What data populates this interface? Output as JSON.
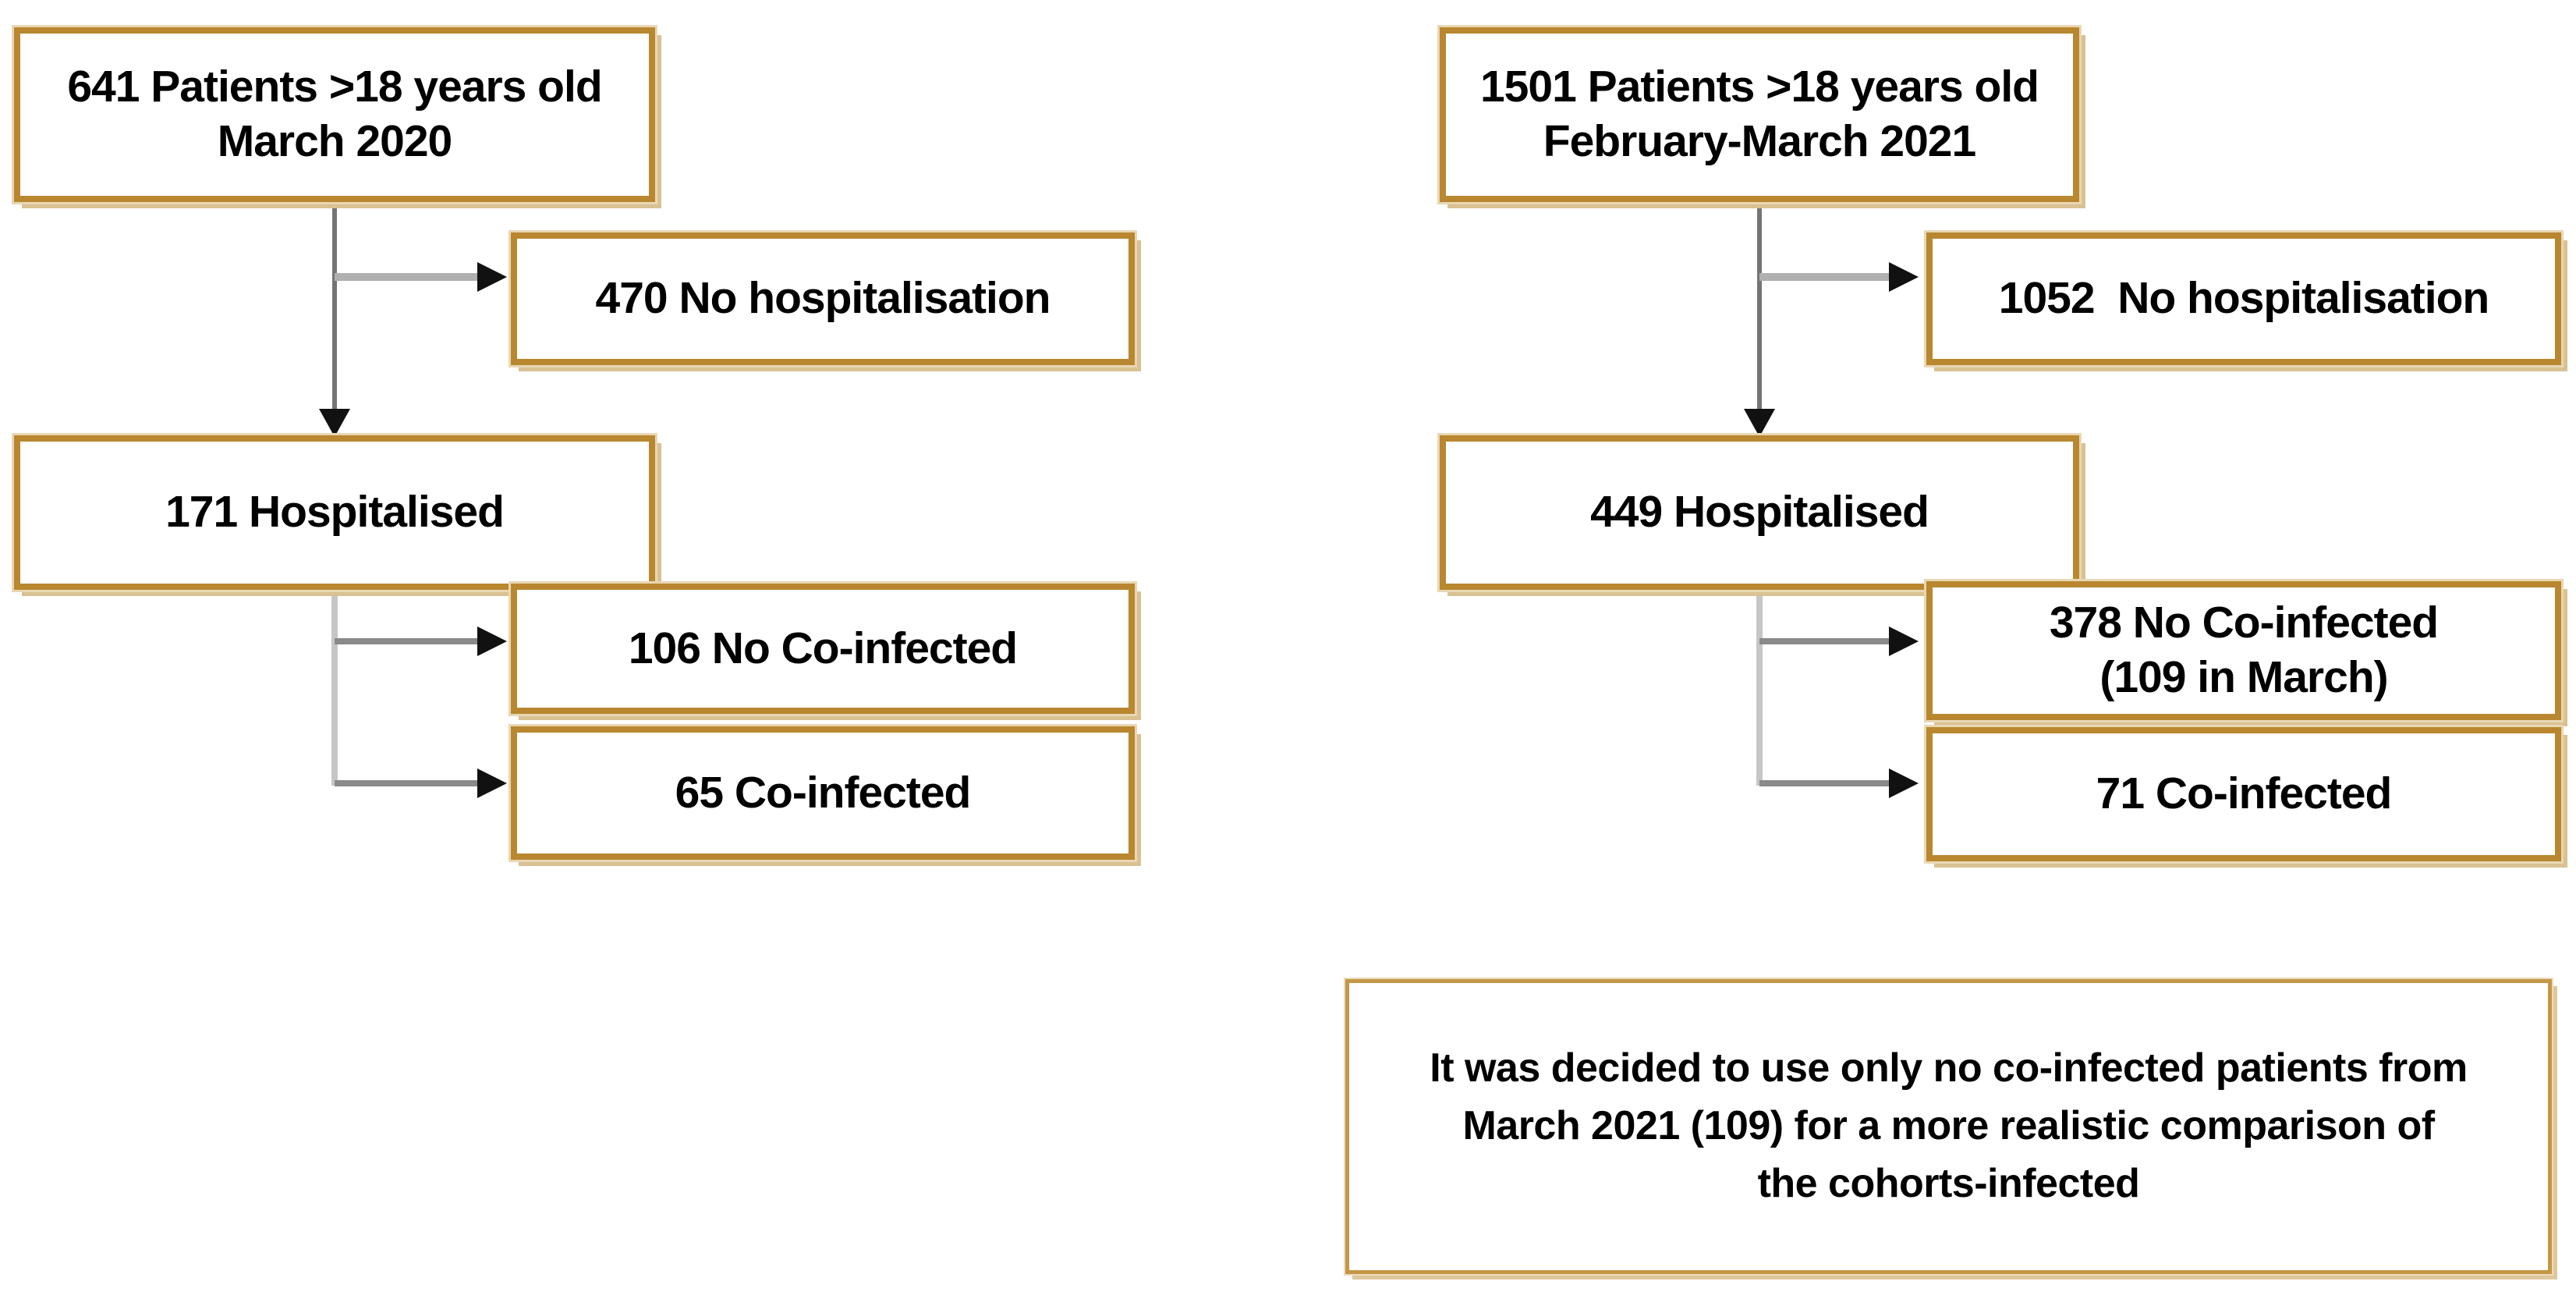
{
  "canvas": {
    "background": "#ffffff"
  },
  "palette": {
    "box_border": "#b8872f",
    "box_halo": "#e9d7b4",
    "box_shadow": "#d9c193",
    "note_border": "#c49747",
    "stem_dark": "#757575",
    "stem_light": "#c6c6c6",
    "branch_light": "#b0b0b0",
    "branch_mid": "#8a8a8a",
    "arrow": "#111111",
    "text": "#000000"
  },
  "flow": {
    "cohort_2020": {
      "source": "641 Patients >18 years old\nMarch 2020",
      "no_hospitalisation": "470 No hospitalisation",
      "hospitalised": "171 Hospitalised",
      "no_coinfected": "106 No Co-infected",
      "coinfected": "65 Co-infected"
    },
    "cohort_2021": {
      "source": "1501 Patients >18 years old\nFebruary-March 2021",
      "no_hospitalisation": "1052  No hospitalisation",
      "hospitalised": "449 Hospitalised",
      "no_coinfected": "378 No Co-infected\n(109 in March)",
      "coinfected": "71 Co-infected"
    },
    "note": "It was decided to use only no co-infected patients from\nMarch 2021 (109) for a more realistic comparison of\nthe cohorts-infected"
  }
}
